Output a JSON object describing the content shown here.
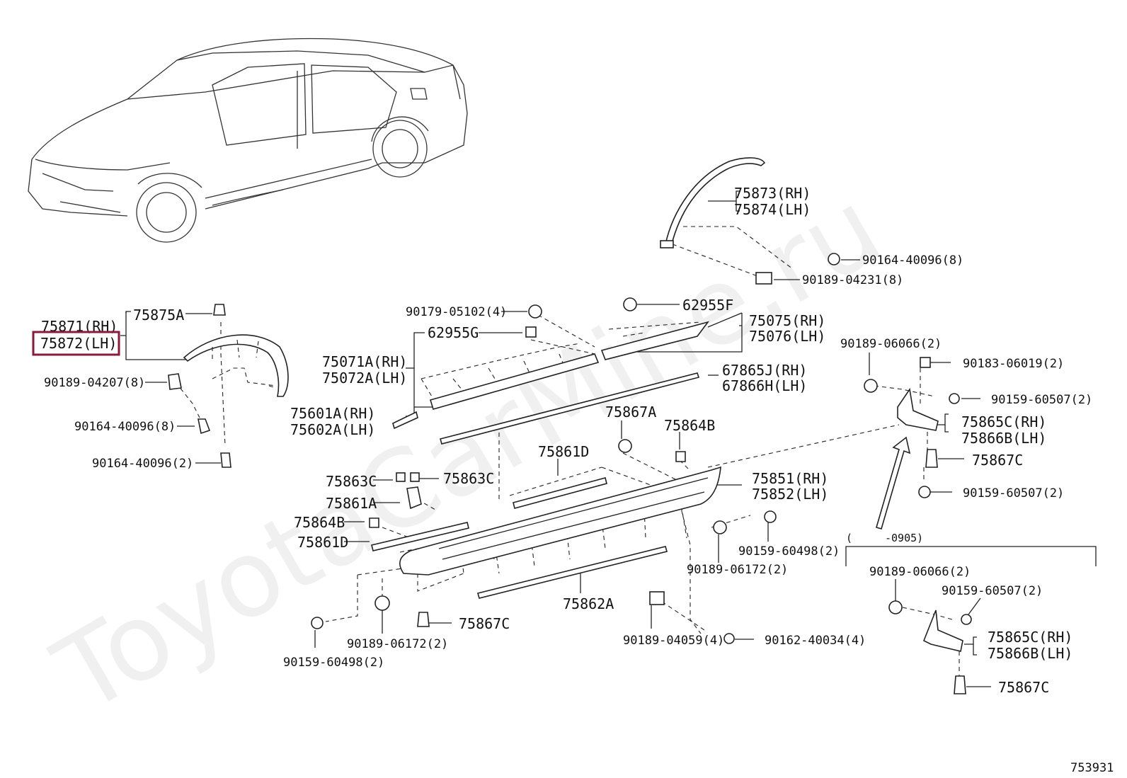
{
  "watermark": "ToyotaCarMine.ru",
  "diagram_code": "753931",
  "highlight_color": "#8b1a3a",
  "callouts": {
    "c75871": "75871(RH)",
    "c75872": "75872(LH)",
    "c75875A": "75875A",
    "c9018904207": "90189-04207(8)",
    "c9016440096_8": "90164-40096(8)",
    "c9016440096_2": "90164-40096(2)",
    "c75873": "75873(RH)",
    "c75874": "75874(LH)",
    "c9016440096_8b": "90164-40096(8)",
    "c9018904231": "90189-04231(8)",
    "c9017905102": "90179-05102(4)",
    "c62955G": "62955G",
    "c62955F": "62955F",
    "c75075": "75075(RH)",
    "c75076": "75076(LH)",
    "c75071A": "75071A(RH)",
    "c75072A": "75072A(LH)",
    "c67865J": "67865J(RH)",
    "c67866H": "67866H(LH)",
    "c75601A": "75601A(RH)",
    "c75602A": "75602A(LH)",
    "c75867A": "75867A",
    "c75864B_a": "75864B",
    "c75861D_a": "75861D",
    "c75863C_l": "75863C",
    "c75863C_r": "75863C",
    "c75861A": "75861A",
    "c75864B_b": "75864B",
    "c75861D_b": "75861D",
    "c75851": "75851(RH)",
    "c75852": "75852(LH)",
    "c9015960498_r": "90159-60498(2)",
    "c9018906172_r": "90189-06172(2)",
    "c75862A": "75862A",
    "c75867C_m": "75867C",
    "c9018906172_l": "90189-06172(2)",
    "c9015960498_l": "90159-60498(2)",
    "c9018904059": "90189-04059(4)",
    "c9016240034": "90162-40034(4)",
    "c9018906066_t": "90189-06066(2)",
    "c9018306019": "90183-06019(2)",
    "c9015960507_t": "90159-60507(2)",
    "c75865C_t": "75865C(RH)",
    "c75866B_t": "75866B(LH)",
    "c75867C_t": "75867C",
    "c9015960507_t2": "90159-60507(2)",
    "c_range_open": "(",
    "c_range": "-0905)",
    "c9018906066_b": "90189-06066(2)",
    "c9015960507_b": "90159-60507(2)",
    "c75865C_b": "75865C(RH)",
    "c75866B_b": "75866B(LH)",
    "c75867C_b": "75867C"
  }
}
